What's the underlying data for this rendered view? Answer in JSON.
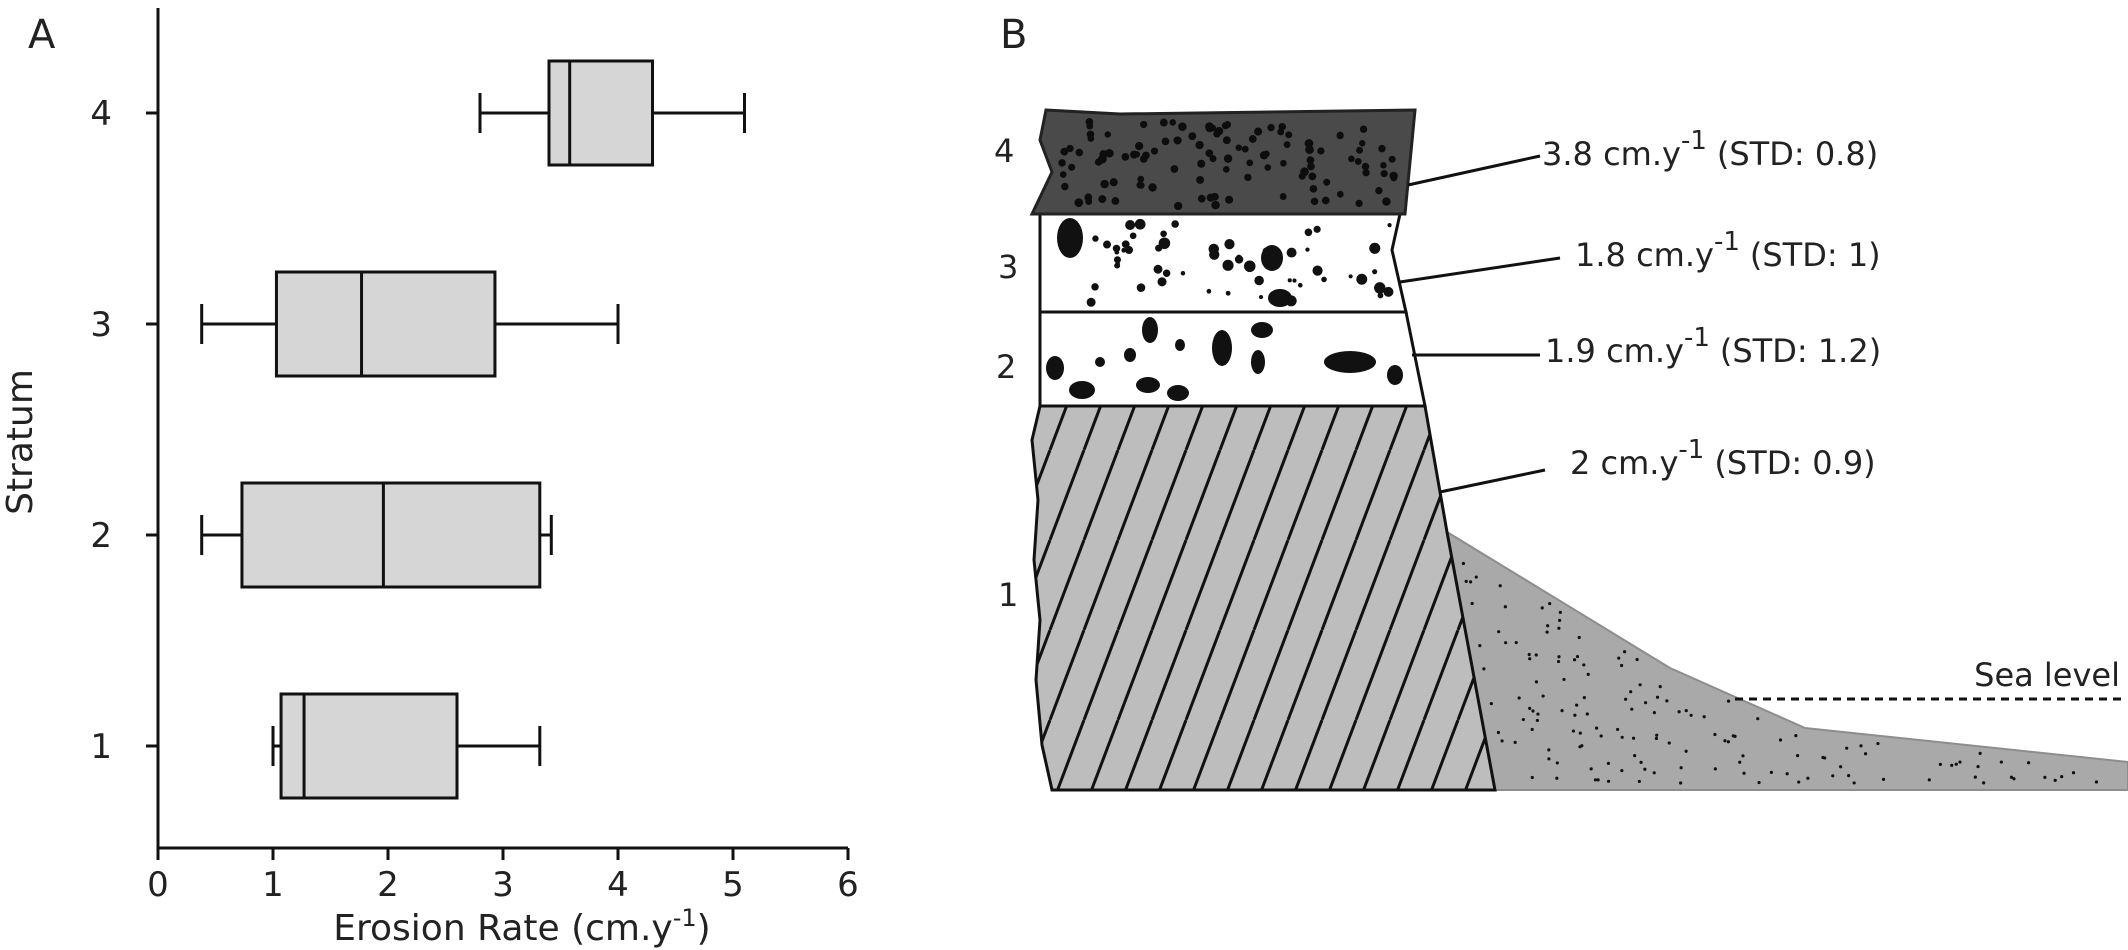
{
  "panels": {
    "a_label": "A",
    "b_label": "B"
  },
  "chart_data": {
    "type": "boxplot",
    "orientation": "horizontal",
    "xlabel": "Erosion Rate (cm.y",
    "xlabel_sup": "-1",
    "xlabel_end": ")",
    "ylabel": "Stratum",
    "xlim": [
      0,
      6
    ],
    "xticks": [
      0,
      1,
      2,
      3,
      4,
      5,
      6
    ],
    "categories": [
      "1",
      "2",
      "3",
      "4"
    ],
    "boxes": [
      {
        "stratum": "1",
        "whisker_low": 1.0,
        "q1": 1.07,
        "median": 1.27,
        "q3": 2.6,
        "whisker_high": 3.32
      },
      {
        "stratum": "2",
        "whisker_low": 0.38,
        "q1": 0.73,
        "median": 1.96,
        "q3": 3.32,
        "whisker_high": 3.42
      },
      {
        "stratum": "3",
        "whisker_low": 0.38,
        "q1": 1.03,
        "median": 1.77,
        "q3": 2.93,
        "whisker_high": 4.0
      },
      {
        "stratum": "4",
        "whisker_low": 2.8,
        "q1": 3.4,
        "median": 3.58,
        "q3": 4.3,
        "whisker_high": 5.1
      }
    ],
    "box_fill": "#d6d6d6"
  },
  "diagram": {
    "stratum_labels": [
      "4",
      "3",
      "2",
      "1"
    ],
    "annotations": [
      {
        "stratum": "4",
        "rate": "3.8 cm.y",
        "sup": "-1",
        "std": "(STD: 0.8)"
      },
      {
        "stratum": "3",
        "rate": "1.8 cm.y",
        "sup": "-1",
        "std": "(STD: 1)"
      },
      {
        "stratum": "2",
        "rate": "1.9 cm.y",
        "sup": "-1",
        "std": "(STD: 1.2)"
      },
      {
        "stratum": "1",
        "rate": "2 cm.y",
        "sup": "-1",
        "std": "(STD: 0.9)"
      }
    ],
    "sea_level": "Sea level",
    "colors": {
      "stratum4": "#4a4a4a",
      "stratum1": "#bdbdbd",
      "beach": "#a9a9a9"
    }
  }
}
